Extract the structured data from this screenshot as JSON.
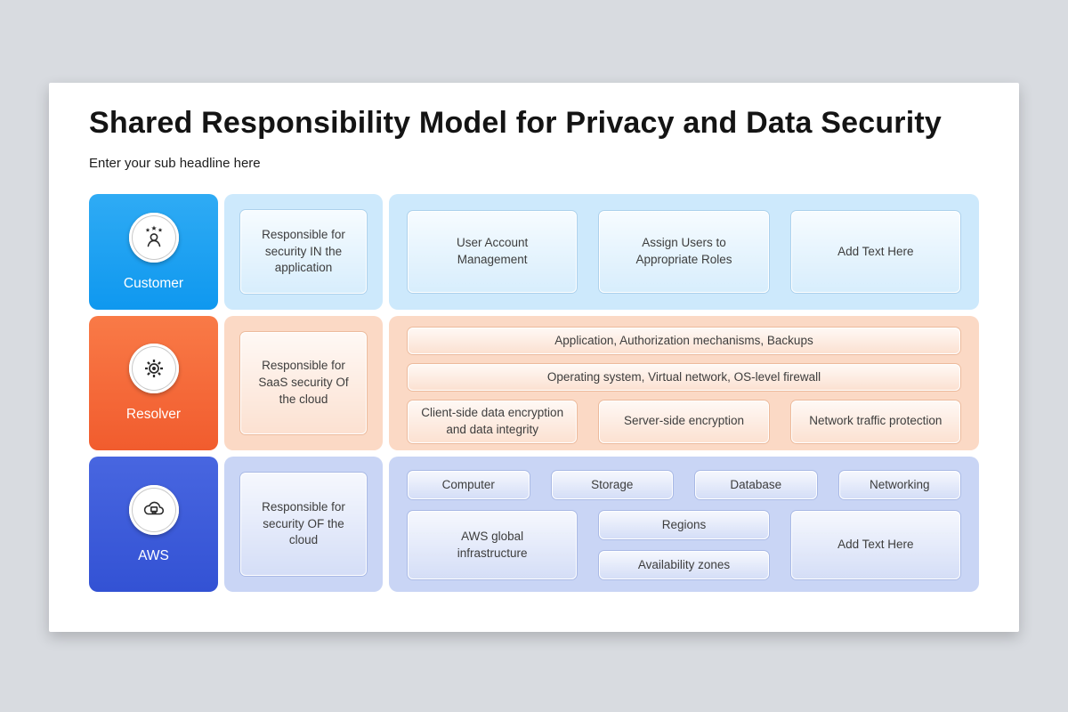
{
  "title": "Shared Responsibility Model for Privacy and Data Security",
  "subtitle": "Enter your sub headline here",
  "colors": {
    "page_background": "#d8dbe0",
    "customer_accent": "#18a2f2",
    "resolver_accent": "#f5693b",
    "aws_accent": "#3c5cda",
    "customer_light": "#cde9fc",
    "resolver_light": "#fbd9c5",
    "aws_light": "#c9d5f5"
  },
  "rows": {
    "customer": {
      "label": "Customer",
      "icon": "customer-rating-icon",
      "responsibility": "Responsible for security IN the application",
      "items": [
        "User Account Management",
        "Assign Users to Appropriate Roles",
        "Add Text Here"
      ]
    },
    "resolver": {
      "label": "Resolver",
      "icon": "gear-icon",
      "responsibility": "Responsible for SaaS security Of the cloud",
      "bars": [
        "Application, Authorization mechanisms, Backups",
        "Operating system, Virtual network, OS-level firewall"
      ],
      "items": [
        "Client-side data encryption and data integrity",
        "Server-side encryption",
        "Network traffic protection"
      ]
    },
    "aws": {
      "label": "AWS",
      "icon": "cloud-chip-icon",
      "responsibility": "Responsible for security OF the cloud",
      "top_items": [
        "Computer",
        "Storage",
        "Database",
        "Networking"
      ],
      "left_item": "AWS global infrastructure",
      "middle_items": [
        "Regions",
        "Availability zones"
      ],
      "right_item": "Add Text Here"
    }
  }
}
